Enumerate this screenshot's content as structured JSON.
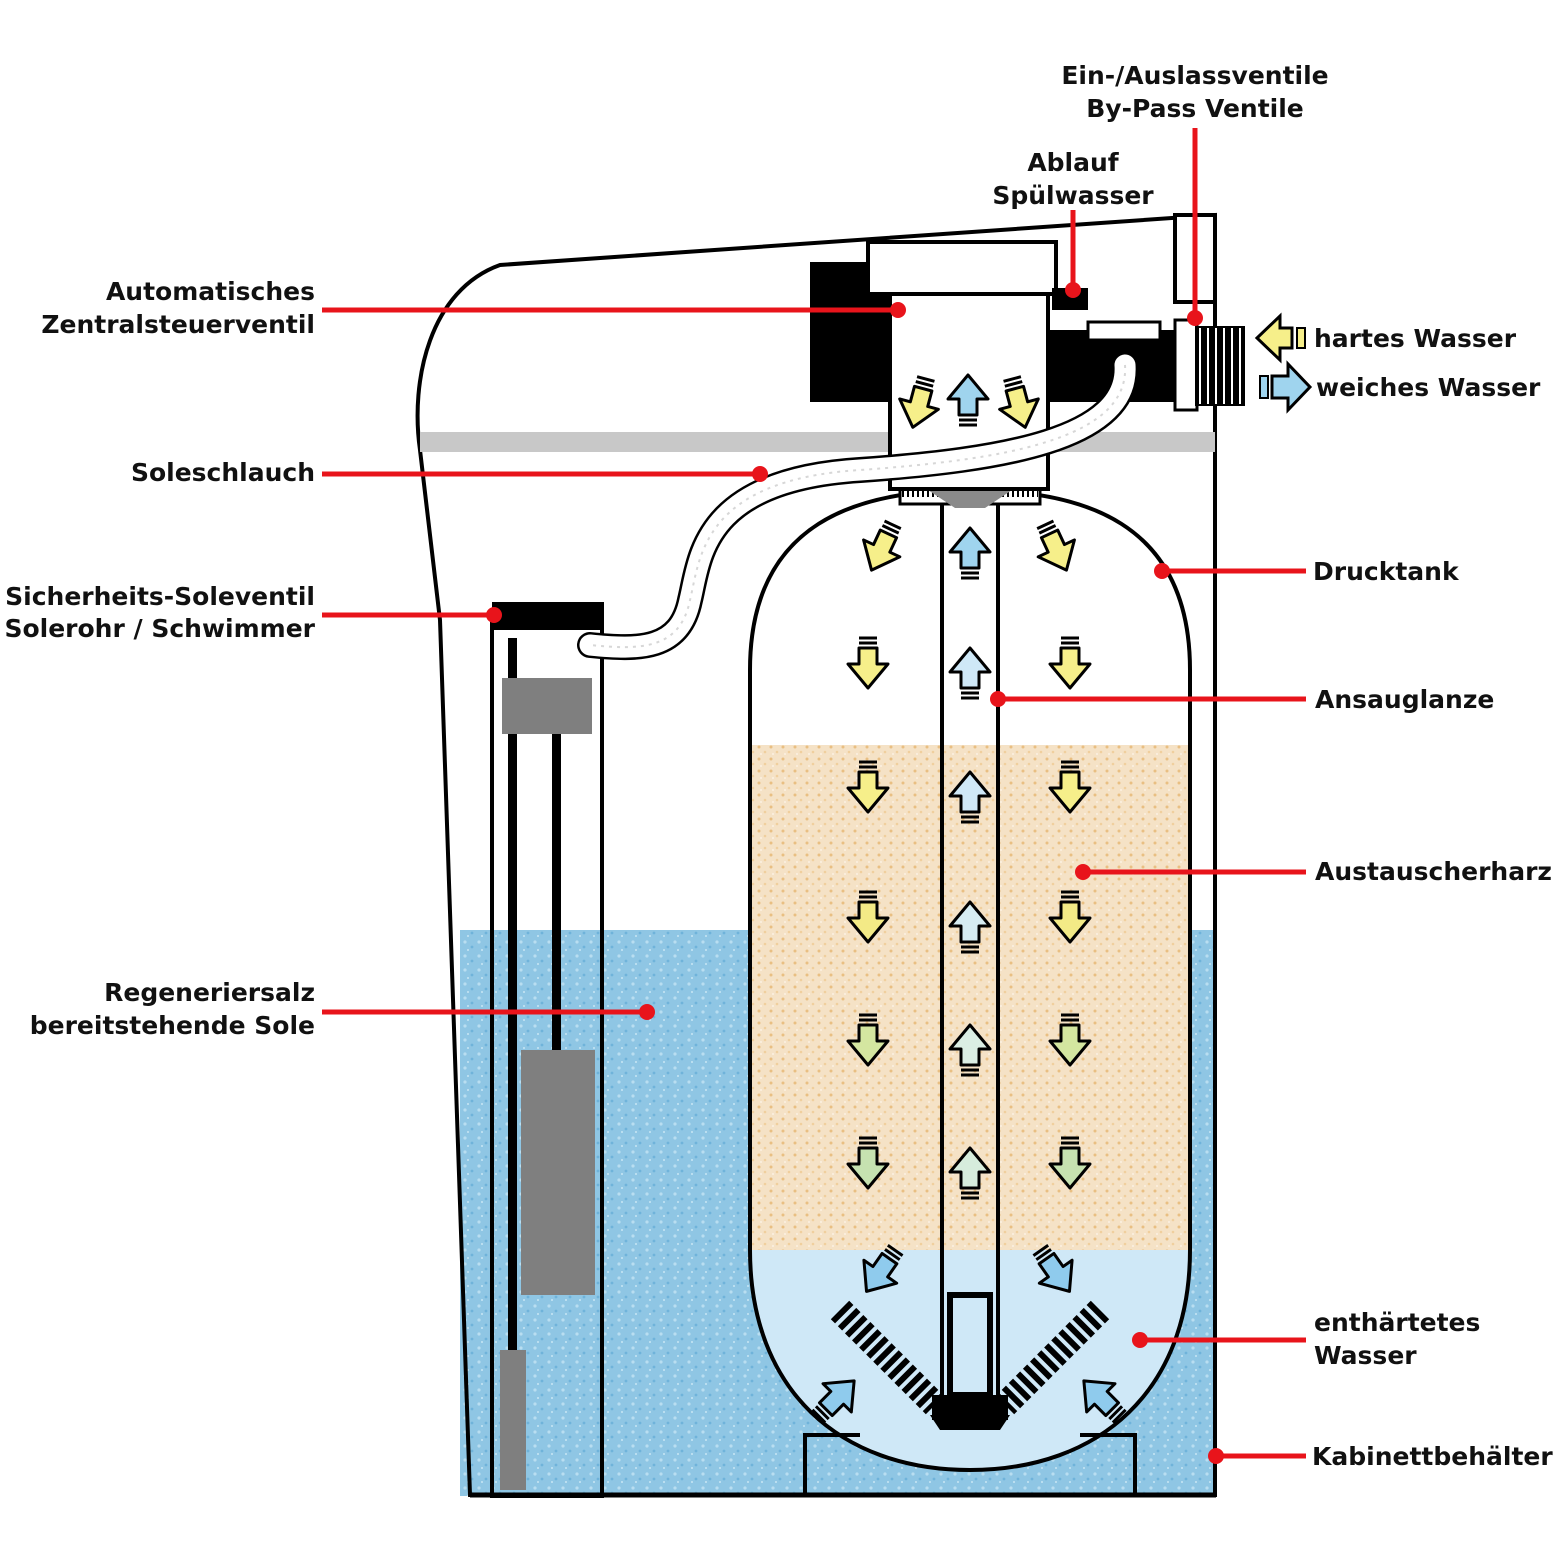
{
  "colors": {
    "leader": "#e8141b",
    "brine": "#8fc6e4",
    "soft_water": "#cfe8f7",
    "resin": "#f3d9b4",
    "arrow_hard": "#f6ef8a",
    "arrow_soft": "#9fd4ee",
    "float": "#7f7f7f",
    "rim": "#c8c8c8"
  },
  "labels": {
    "valves_line1": "Ein-/Auslassventile",
    "valves_line2": "By-Pass Ventile",
    "drain_line1": "Ablauf",
    "drain_line2": "Spülwasser",
    "control_line1": "Automatisches",
    "control_line2": "Zentralsteuerventil",
    "hard_water": "hartes Wasser",
    "soft_water": "weiches Wasser",
    "brine_hose": "Soleschlauch",
    "safety_line1": "Sicherheits-Soleventil",
    "safety_line2": "Solerohr / Schwimmer",
    "pressure_tank": "Drucktank",
    "riser": "Ansauglanze",
    "resin": "Austauscherharz",
    "salt_line1": "Regeneriersalz",
    "salt_line2": "bereitstehende Sole",
    "softened_line1": "enthärtetes",
    "softened_line2": "Wasser",
    "cabinet": "Kabinettbehälter"
  }
}
